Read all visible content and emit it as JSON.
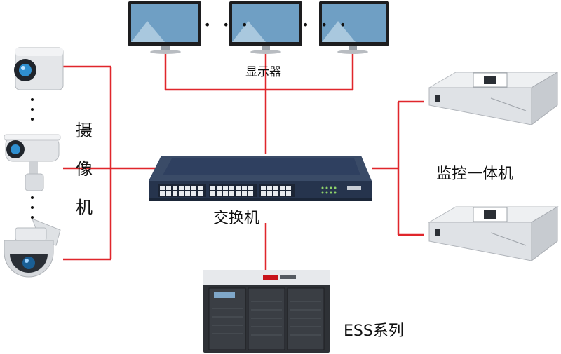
{
  "labels": {
    "display": "显示器",
    "camera_chars": [
      "摄",
      "像",
      "机"
    ],
    "switch": "交换机",
    "monitor_system": "监控一体机",
    "ess": "ESS系列"
  },
  "devices": {
    "camera_icons": [
      "box-camera-icon",
      "bullet-camera-icon",
      "dome-camera-icon"
    ],
    "monitor_icons": [
      "monitor-icon",
      "monitor-icon",
      "monitor-icon"
    ],
    "server_icons": [
      "rack-server-icon",
      "rack-server-icon"
    ],
    "switch_icon": "network-switch-icon",
    "storage_icon": "ess-storage-icon"
  },
  "colors": {
    "connection_line": "#e0262b",
    "device_body": "#d9dde2",
    "switch_body": "#26344d",
    "screen": "#6f9fc4"
  }
}
